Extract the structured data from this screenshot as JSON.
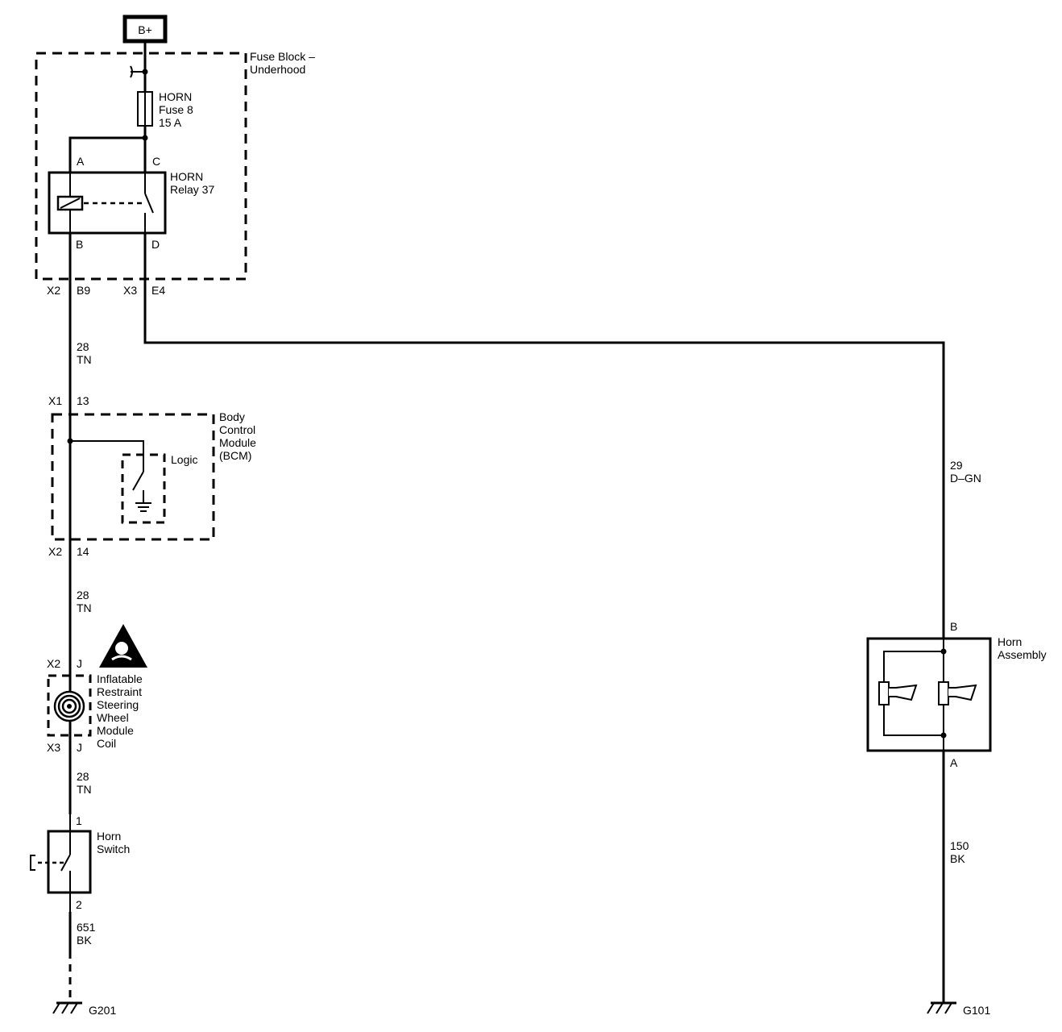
{
  "power": {
    "label": "B+"
  },
  "fuse_block": {
    "name_line1": "Fuse Block –",
    "name_line2": "Underhood"
  },
  "fuse": {
    "line1": "HORN",
    "line2": "Fuse 8",
    "line3": "15 A"
  },
  "relay": {
    "line1": "HORN",
    "line2": "Relay 37",
    "pin_a": "A",
    "pin_b": "B",
    "pin_c": "C",
    "pin_d": "D"
  },
  "connectors": {
    "x2_b9_conn": "X2",
    "x2_b9_pin": "B9",
    "x3_e4_conn": "X3",
    "x3_e4_pin": "E4",
    "x1_13_conn": "X1",
    "x1_13_pin": "13",
    "x2_14_conn": "X2",
    "x2_14_pin": "14",
    "x2_j_conn": "X2",
    "x2_j_pin": "J",
    "x3_j_conn": "X3",
    "x3_j_pin": "J"
  },
  "wires": {
    "w1_circuit": "28",
    "w1_color": "TN",
    "w2_circuit": "28",
    "w2_color": "TN",
    "w3_circuit": "28",
    "w3_color": "TN",
    "w4_circuit": "651",
    "w4_color": "BK",
    "w5_circuit": "29",
    "w5_color": "D–GN",
    "w6_circuit": "150",
    "w6_color": "BK"
  },
  "bcm": {
    "line1": "Body",
    "line2": "Control",
    "line3": "Module",
    "line4": "(BCM)",
    "logic": "Logic"
  },
  "coil": {
    "line1": "Inflatable",
    "line2": "Restraint",
    "line3": "Steering",
    "line4": "Wheel",
    "line5": "Module",
    "line6": "Coil"
  },
  "horn_switch": {
    "line1": "Horn",
    "line2": "Switch",
    "pin1": "1",
    "pin2": "2"
  },
  "horn_assembly": {
    "line1": "Horn",
    "line2": "Assembly",
    "pin_b": "B",
    "pin_a": "A"
  },
  "grounds": {
    "left": "G201",
    "right": "G101"
  }
}
